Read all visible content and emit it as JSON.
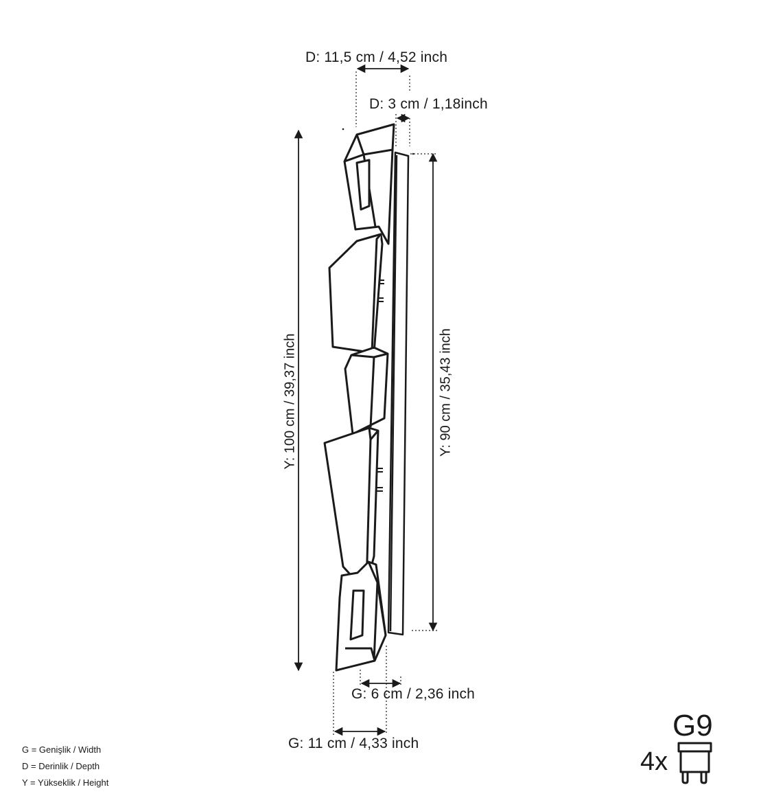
{
  "dimensions": {
    "depth_total": "D: 11,5 cm / 4,52 inch",
    "depth_plate": "D: 3 cm / 1,18inch",
    "height_total": "Y: 100 cm /  39,37 inch",
    "height_plate": "Y: 90 cm  / 35,43 inch",
    "width_plate": "G: 6 cm / 2,36 inch",
    "width_total": "G: 11 cm / 4,33 inch"
  },
  "legend": {
    "width": "G = Genişlik / Width",
    "depth": "D = Derinlik / Depth",
    "height": "Y = Yükseklik / Height"
  },
  "bulb": {
    "count": "4x",
    "type": "G9",
    "icon": "g9-bulb-icon"
  },
  "colors": {
    "line": "#1a1a1a",
    "background": "#ffffff"
  }
}
